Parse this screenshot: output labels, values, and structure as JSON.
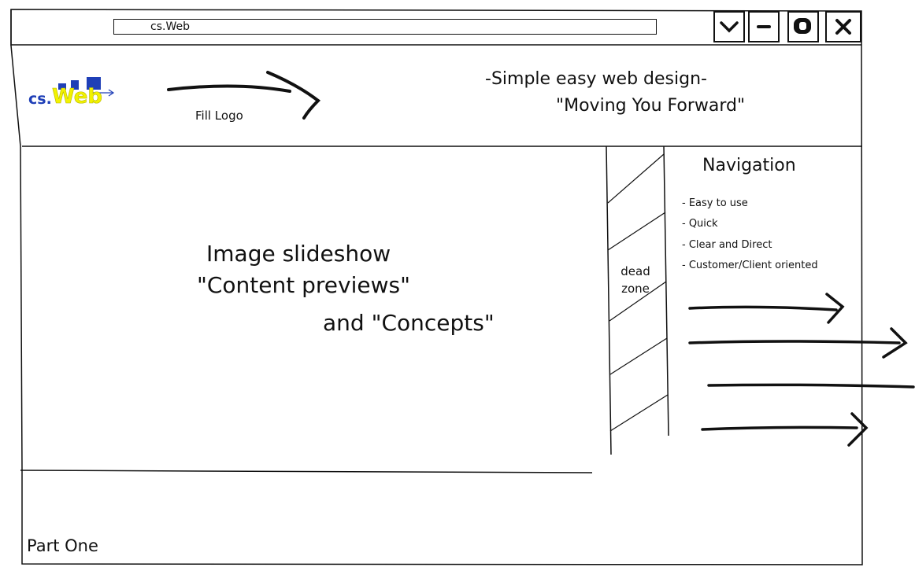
{
  "window": {
    "address_bar": "cs.Web",
    "controls": [
      "dropdown",
      "minimize",
      "maximize",
      "close"
    ]
  },
  "header": {
    "logo_prefix": "cs.",
    "logo_suffix": "Web",
    "fill_logo_note": "Fill Logo",
    "tagline_line1": "-Simple easy web design-",
    "tagline_line2": "\"Moving You Forward\""
  },
  "main": {
    "slideshow_line1": "Image slideshow",
    "slideshow_line2": "\"Content previews\"",
    "slideshow_line3": "and \"Concepts\"",
    "dead_zone_line1": "dead",
    "dead_zone_line2": "zone"
  },
  "navigation": {
    "title": "Navigation",
    "items": [
      "- Easy to use",
      "- Quick",
      "- Clear and Direct",
      "- Customer/Client oriented"
    ]
  },
  "footer": {
    "label": "Part One"
  },
  "colors": {
    "ink": "#111111",
    "logo_blue": "#1f3fb7",
    "logo_yellow": "#f2f200"
  }
}
